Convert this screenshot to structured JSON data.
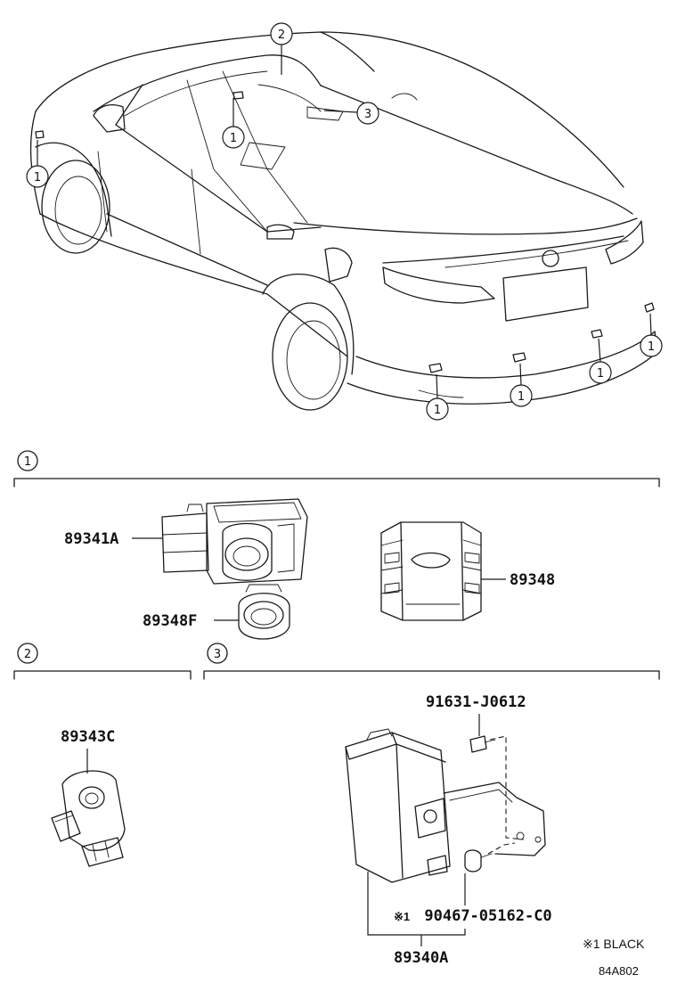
{
  "callouts": {
    "c1": "1",
    "c2": "2",
    "c3": "3"
  },
  "sections": [
    {
      "id": "1"
    },
    {
      "id": "2"
    },
    {
      "id": "3"
    }
  ],
  "parts": {
    "p89341A": "89341A",
    "p89348": "89348",
    "p89348F": "89348F",
    "p89343C": "89343C",
    "p91631": "91631-J0612",
    "p90467": "90467-05162-C0",
    "p89340A": "89340A"
  },
  "notes": {
    "mark": "※1",
    "black": "※1 BLACK",
    "figure_code": "84A802"
  }
}
